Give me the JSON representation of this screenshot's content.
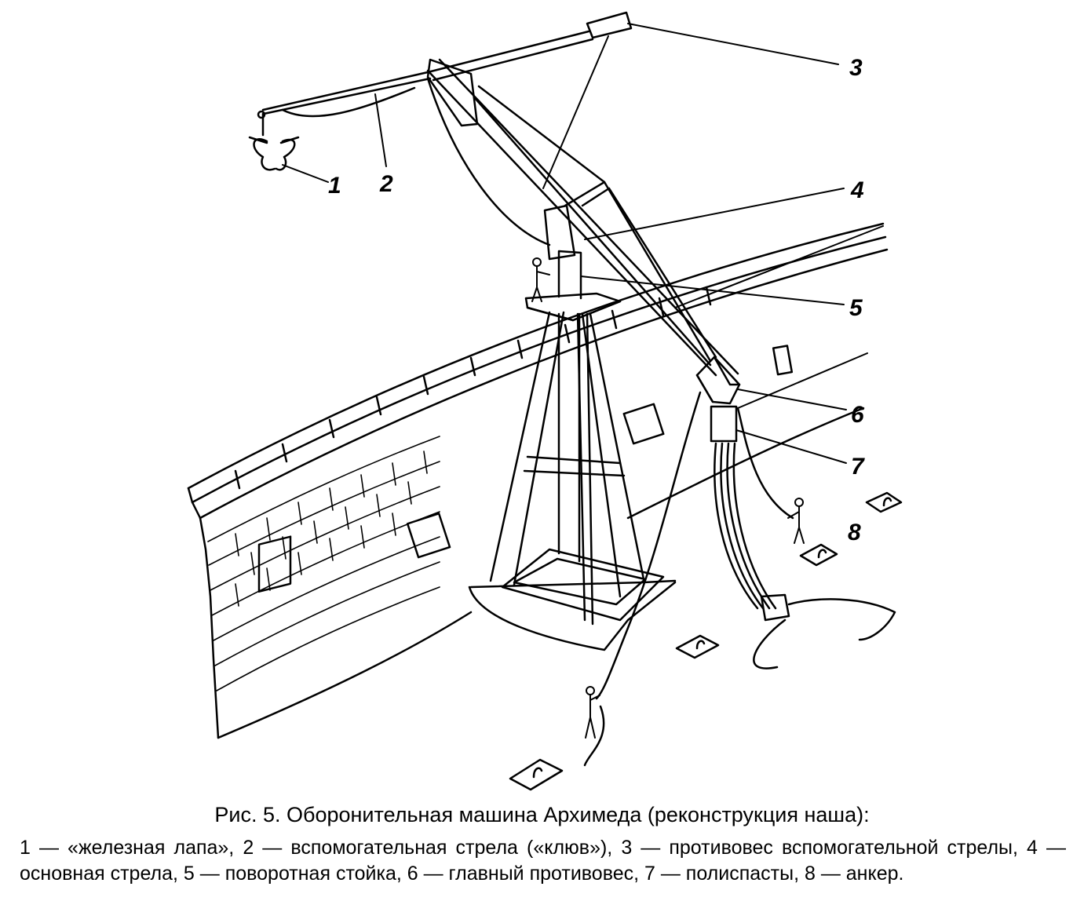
{
  "figure": {
    "callouts": [
      {
        "id": "1",
        "label": "1"
      },
      {
        "id": "2",
        "label": "2"
      },
      {
        "id": "3",
        "label": "3"
      },
      {
        "id": "4",
        "label": "4"
      },
      {
        "id": "5",
        "label": "5"
      },
      {
        "id": "6",
        "label": "6"
      },
      {
        "id": "7",
        "label": "7"
      },
      {
        "id": "8",
        "label": "8"
      }
    ]
  },
  "caption": "Рис. 5. Оборонительная машина Архимеда (реконструкция наша):",
  "legend": "1 — «железная лапа», 2 — вспомогательная стрела («клюв»), 3 — противовес вспомогательной стрелы, 4 — основная стрела, 5 — поворотная стойка, 6 — главный противовес, 7 — полиспасты, 8 — анкер."
}
